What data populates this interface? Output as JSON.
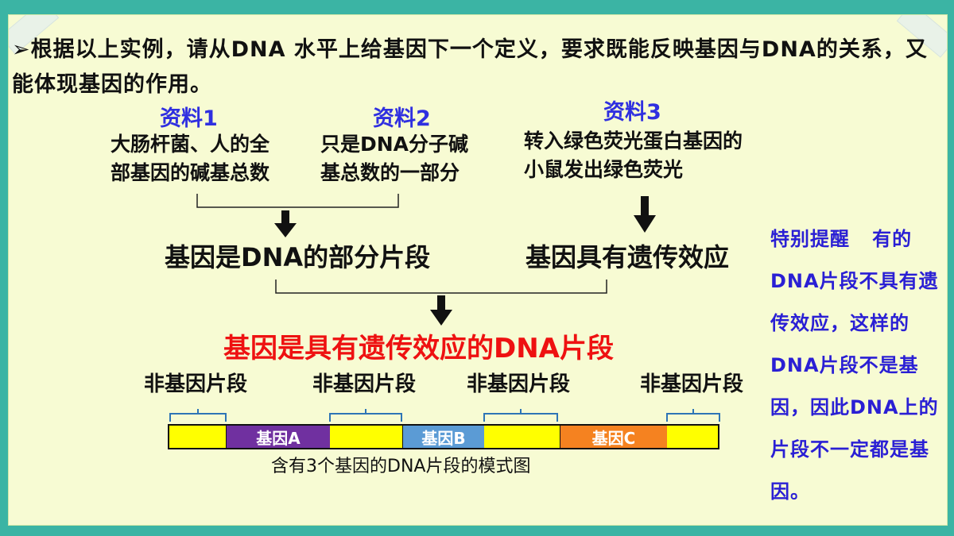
{
  "question": "➢根据以上实例，请从DNA 水平上给基因下一个定义，要求既能反映基因与DNA的关系，又能体现基因的作用。",
  "material1": {
    "title": "资料1",
    "line1": "大肠杆菌、人的全",
    "line2": "部基因的碱基总数"
  },
  "material2": {
    "title": "资料2",
    "line1": "只是DNA分子碱",
    "line2": "基总数的一部分"
  },
  "material3": {
    "title": "资料3",
    "line1": "转入绿色荧光蛋白基因的",
    "line2": "小鼠发出绿色荧光"
  },
  "conclusion_left": "基因是DNA的部分片段",
  "conclusion_right": "基因具有遗传效应",
  "definition": "基因是具有遗传效应的DNA片段",
  "segment_labels": [
    "非基因片段",
    "非基因片段",
    "非基因片段",
    "非基因片段"
  ],
  "genes": [
    {
      "label": "基因A",
      "color": "#7030a0"
    },
    {
      "label": "基因B",
      "color": "#5b9bd5"
    },
    {
      "label": "基因C",
      "color": "#f58220"
    }
  ],
  "non_gene_color": "#ffff00",
  "caption": "含有3个基因的DNA片段的模式图",
  "reminder": {
    "title": "特别提醒",
    "body": "有的DNA片段不具有遗传效应，这样的DNA片段不是基因，因此DNA上的片段不一定都是基因。"
  }
}
